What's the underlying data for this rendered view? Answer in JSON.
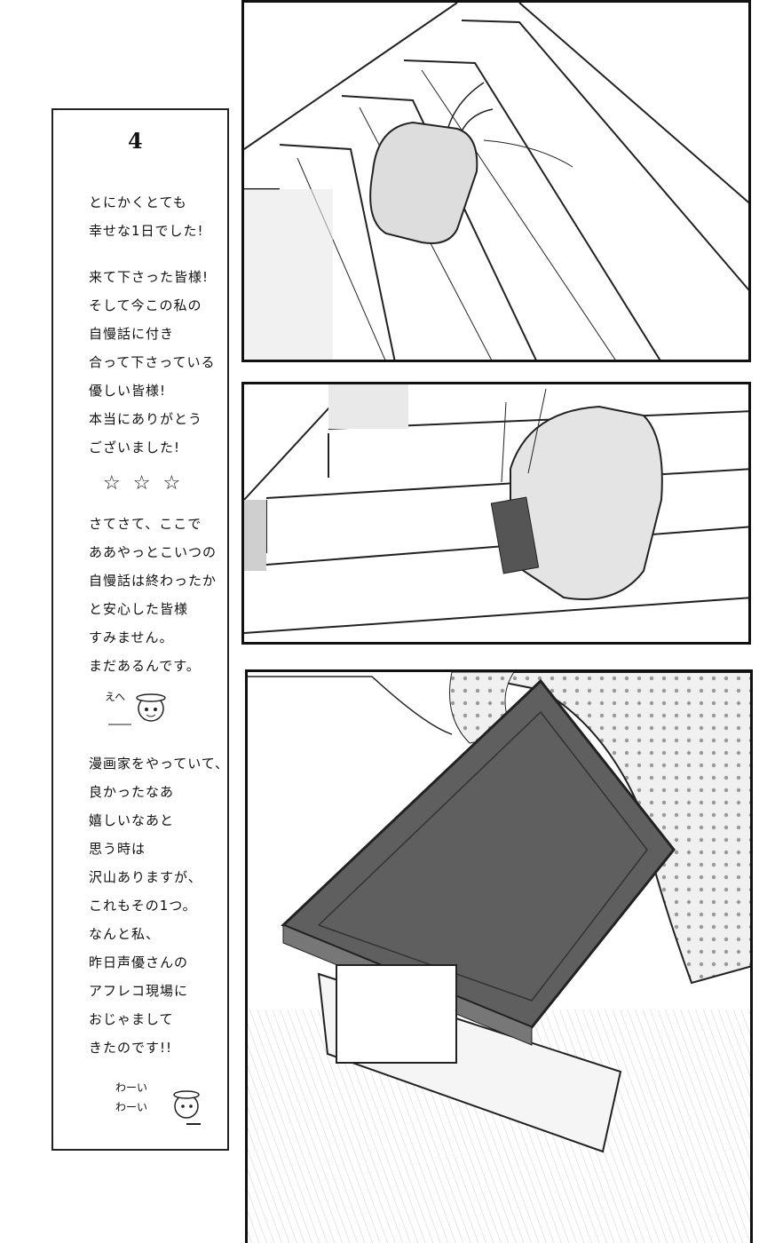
{
  "sidebar": {
    "chapter_number": "4",
    "paragraph_1": "とにかくとても\n幸せな1日でした!",
    "paragraph_2": "来て下さった皆様!\nそして今この私の\n自慢話に付き\n合って下さっている\n優しい皆様!\n本当にありがとう\nございました!",
    "stars": "☆☆☆",
    "paragraph_3": "さてさて、ここで\nああやっとこいつの\n自慢話は終わったか\nと安心した皆様\nすみません。\nまだあるんです。",
    "mascot_1_text": "えへ",
    "paragraph_4": "漫画家をやっていて、\n良かったなあ\n嬉しいなあと\n思う時は\n沢山ありますが、\nこれもその1つ。\nなんと私、\n昨日声優さんの\nアフレコ現場に\nおじゃまして\nきたのです!!",
    "mascot_2_text": "わーい\nわーい"
  }
}
